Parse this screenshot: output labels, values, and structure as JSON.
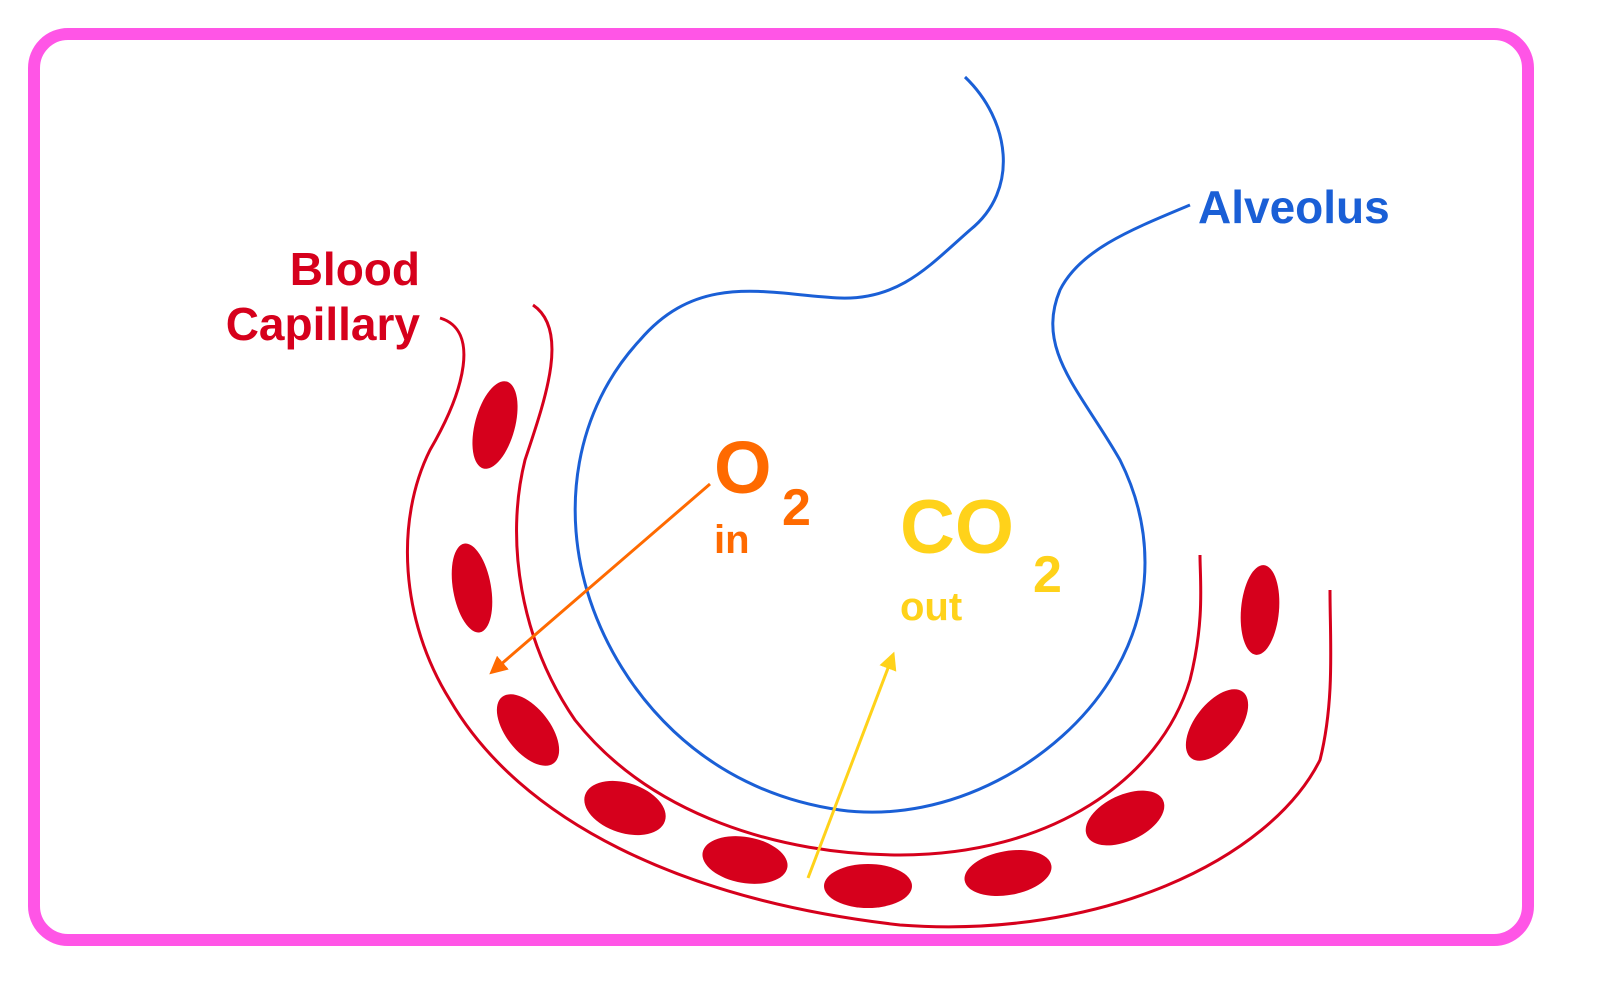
{
  "labels": {
    "blood": "Blood",
    "capillary": "Capillary",
    "alveolus": "Alveolus",
    "o2_main": "O",
    "o2_sub": "2",
    "o2_dir": "in",
    "co2_main": "CO",
    "co2_sub": "2",
    "co2_dir": "out"
  },
  "colors": {
    "border": "#ff55e6",
    "capillary": "#d6001c",
    "alveolus": "#1a5fd6",
    "oxygen": "#ff6a00",
    "carbon_dioxide": "#ffd21a"
  }
}
